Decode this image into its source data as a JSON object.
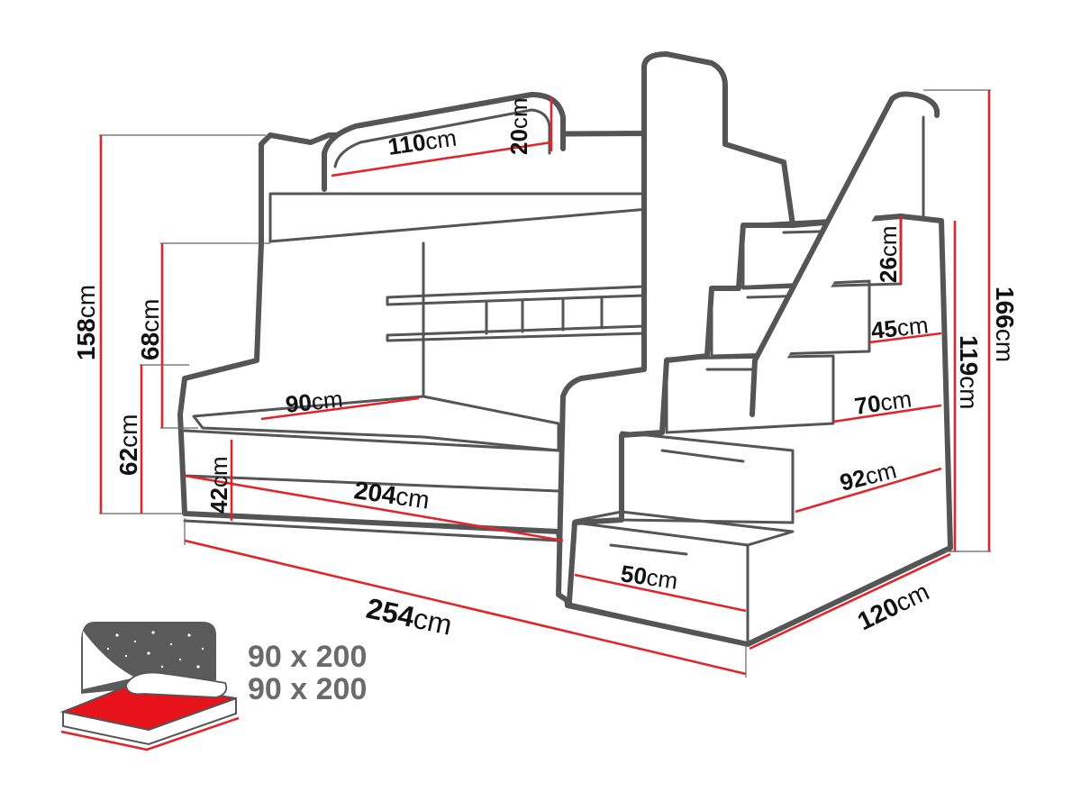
{
  "colors": {
    "dimension": "#e0252b",
    "outline": "#555555",
    "mattress": "#e8121b",
    "headboard": "#5a5a5a"
  },
  "unit": "cm",
  "dimensions": {
    "top_rail_length": "110",
    "top_rail_height": "20",
    "total_height_bed": "158",
    "upper_gap": "68",
    "lower_height": "62",
    "lower_mattress_width": "90",
    "drawer_height": "42",
    "lower_length": "204",
    "total_length": "254",
    "depth": "120",
    "stair_drawer_width": "50",
    "step_top_depth": "45",
    "step_top_height": "26",
    "step_mid_depth": "70",
    "step_low_depth": "92",
    "stairs_height": "119",
    "total_height": "166"
  },
  "mattress_info": {
    "line1": "90 x 200",
    "line2": "90 x 200"
  }
}
